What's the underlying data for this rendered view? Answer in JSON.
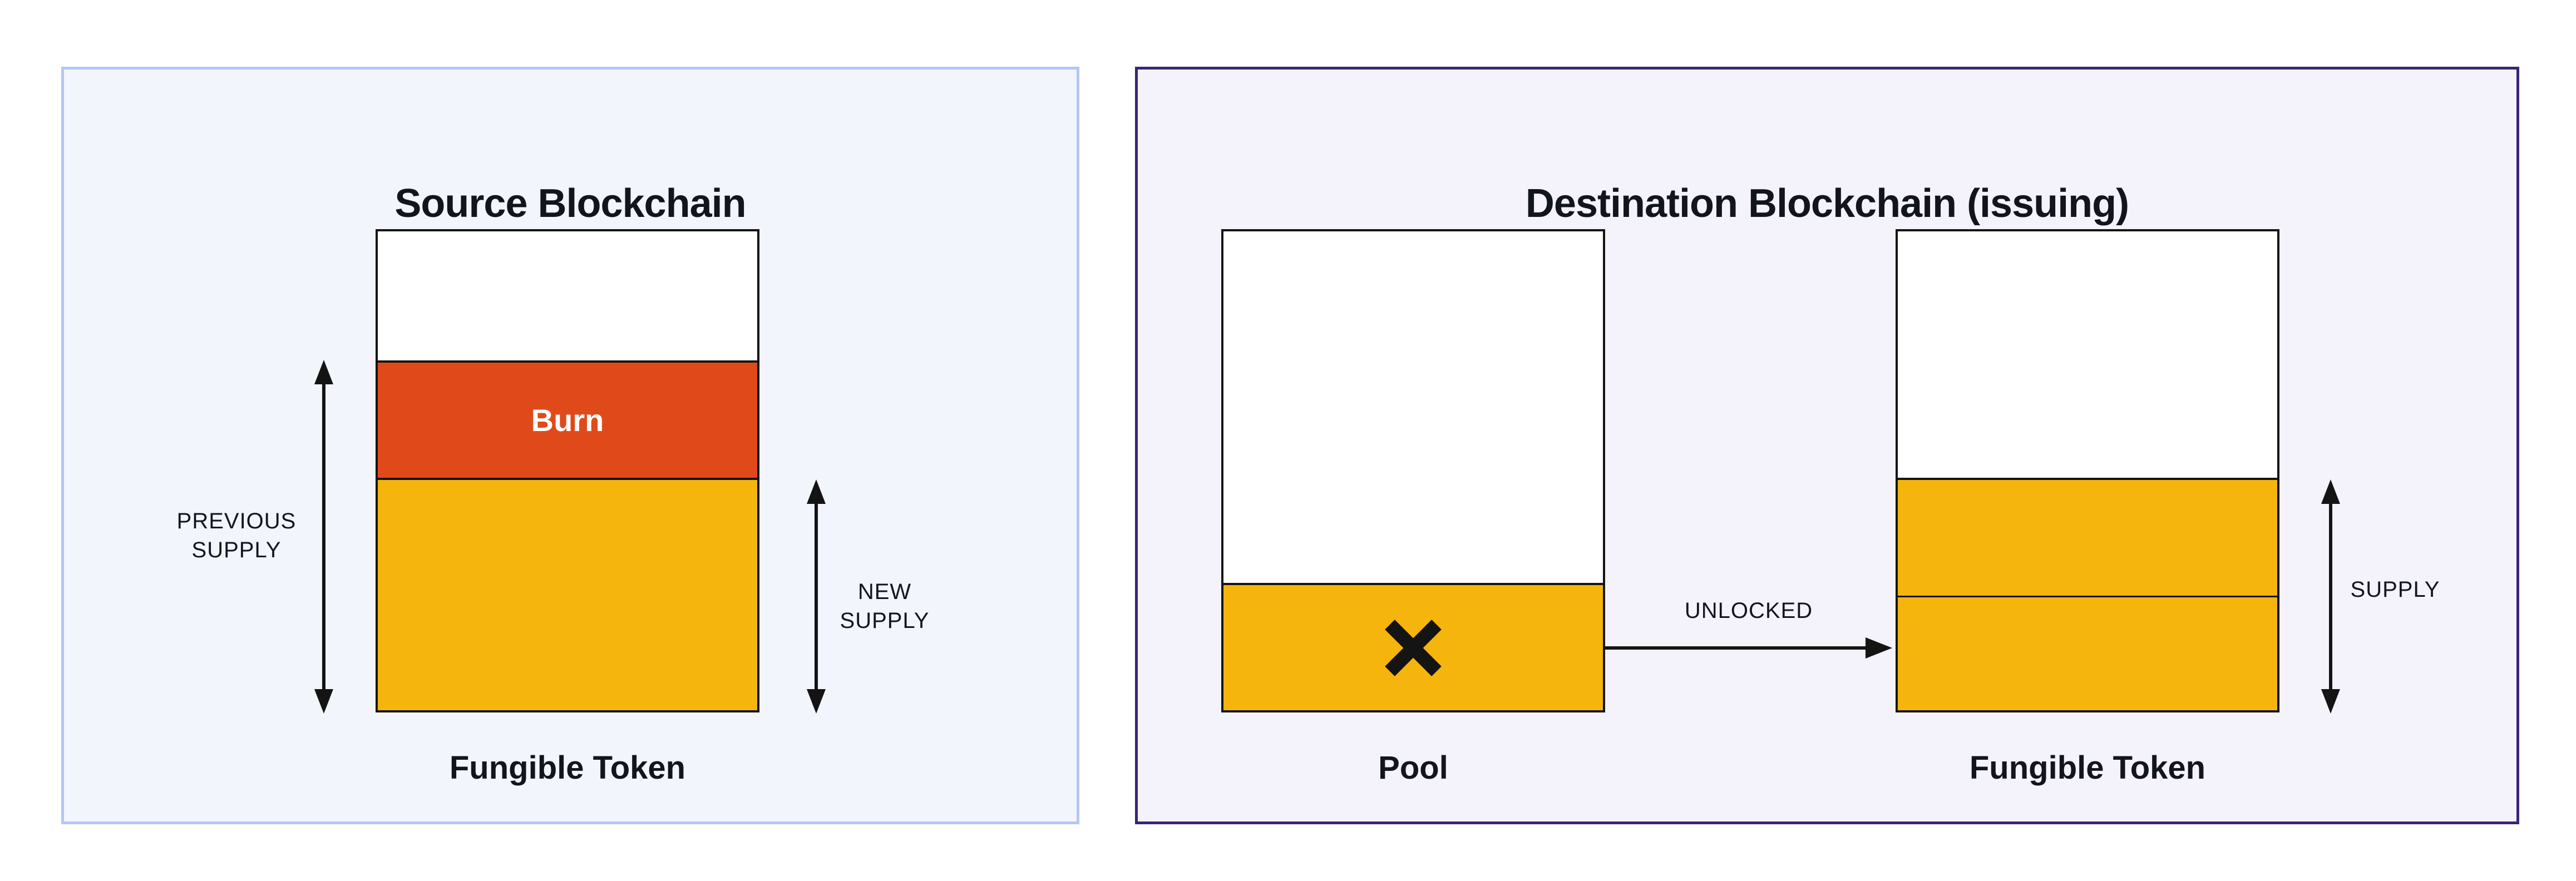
{
  "colors": {
    "page_bg": "#ffffff",
    "panel_left_bg": "#F2F5FC",
    "panel_left_border": "#B4C6F2",
    "panel_right_bg": "#F4F2FB",
    "panel_right_border": "#3A2478",
    "bar_outline": "#141414",
    "white_section": "#ffffff",
    "burn_orange": "#E04A1B",
    "token_yellow": "#F6B50D",
    "burn_label_text": "#ffffff",
    "arrow_black": "#141414",
    "text_dark": "#12151D"
  },
  "source_panel": {
    "title": "Source Blockchain",
    "burn_label": "Burn",
    "previous_supply_label": "PREVIOUS\nSUPPLY",
    "new_supply_label": "NEW\nSUPPLY",
    "token_caption": "Fungible Token"
  },
  "destination_panel": {
    "title": "Destination Blockchain (issuing)",
    "pool_caption": "Pool",
    "token_caption": "Fungible Token",
    "unlocked_label": "UNLOCKED",
    "supply_label": "SUPPLY"
  }
}
